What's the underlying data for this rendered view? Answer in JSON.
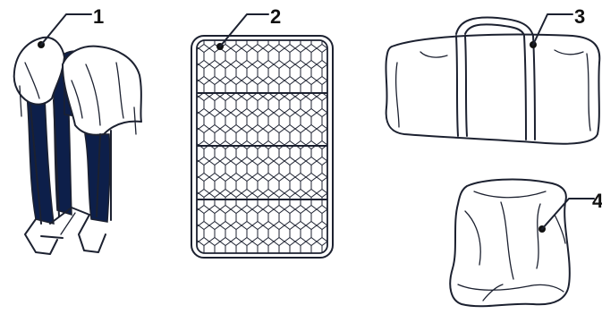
{
  "parts": [
    {
      "id": "part-1",
      "number": "1",
      "icon": "playard-frame-icon"
    },
    {
      "id": "part-2",
      "number": "2",
      "icon": "mattress-pad-icon"
    },
    {
      "id": "part-3",
      "number": "3",
      "icon": "carry-bag-icon"
    },
    {
      "id": "part-4",
      "number": "4",
      "icon": "fitted-sheet-icon"
    }
  ],
  "colors": {
    "ink": "#1c2130",
    "fabric": "#0d1f4a",
    "background": "#ffffff"
  }
}
